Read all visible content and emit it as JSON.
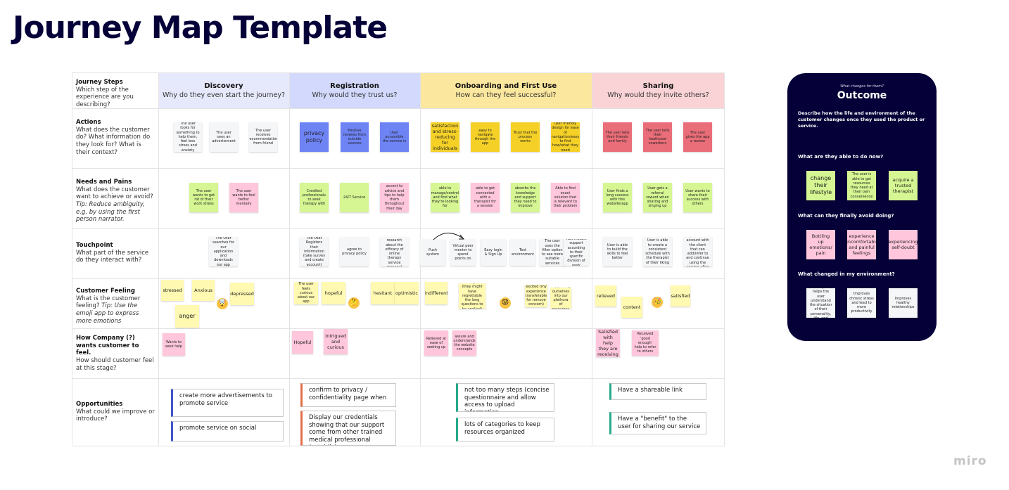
{
  "title": "Journey Map Template",
  "brand": "miro",
  "rows": [
    {
      "label": "Journey Steps",
      "desc": "Which step of the experience are you describing?",
      "tip": ""
    },
    {
      "label": "Actions",
      "desc": "What does the customer do? What information do they look for? What is their context?",
      "tip": ""
    },
    {
      "label": "Needs and Pains",
      "desc": "What does the customer want to achieve or avoid?",
      "tip": "Tip: Reduce ambiguity, e.g. by using the first person narrator."
    },
    {
      "label": "Touchpoint",
      "desc": "What part of the service do they interact with?",
      "tip": ""
    },
    {
      "label": "Customer Feeling",
      "desc": "What is the customer feeling?",
      "tip": "Tip: Use the emoji app to express more emotions"
    },
    {
      "label": "How Company (?) wants customer to feel.",
      "desc": "How should customer feel at this stage?",
      "tip": ""
    },
    {
      "label": "Opportunities",
      "desc": "What could we improve or introduce?",
      "tip": ""
    }
  ],
  "phases": [
    {
      "name": "Discovery",
      "question": "Why do they even start the journey?",
      "color": "#e6e8fb"
    },
    {
      "name": "Registration",
      "question": "Why would they trust us?",
      "color": "#d2d9fc"
    },
    {
      "name": "Onboarding and First Use",
      "question": "How can they feel successful?",
      "color": "#fbe79d"
    },
    {
      "name": "Sharing",
      "question": "Why would they invite others?",
      "color": "#fad3d6"
    }
  ],
  "stickies": {
    "actions": [
      "The user looks for something to help them, feel less stress and anxiety",
      "The user sees an advertisment",
      "The user receives recommendation from friend",
      "privacy policy",
      "Positive reviews from outside sources",
      "User accessible the service is",
      "satisfaction and stress-reducing for individuals",
      "easy to navigate through the app",
      "Trust that the process works",
      "user friendly design for ease of navigation/easy to find how/what they need",
      "The user tells their friends and family",
      "The user tells their heathcare coworkers",
      "The user gives the app a review"
    ],
    "needs": [
      "The user wants to get rid of their work stress",
      "The user wants to feel better mentally",
      "Credited professionals to seek therapy with",
      "24/7 Service",
      "accent to advice and tips to help them throughout their day",
      "able to manage/control and find what they're looking for",
      "able to get connected with a therapist for a session",
      "absorbs the knowledge and support they need to improve",
      "Able to find exact solution that is relevant to their problem",
      "User finds a long success with this website/app",
      "User gets a referral reward when sharing and singing up",
      "User wants to share their success with others"
    ],
    "touchpoints": [
      "The User searches for our application and downloads our app",
      "The User Registers their information (take survey and create account)",
      "agree to privacy policy",
      "Reviewed content research about the efficacy of online therapy service personal therapy",
      "Push system",
      "Virtual peer mentor to spend points on",
      "Easy login & Sign Up",
      "Test environment",
      "The user uses the filter option to see more suitable services",
      "Fast instant support according to their specific division of work",
      "User is able to build the skills to feel better",
      "User is able to create a consistent schedule with the therapist of their liking",
      "User can update new account with the client that can add/refer to and continue using the service after their ..."
    ],
    "feelings": [
      "stressed",
      "Anxious",
      "depressed",
      "anger",
      "The user feels curious about our app",
      "hopeful",
      "hesitant",
      "optimistic",
      "indifferent",
      "annoyed (they might have regrettable the long questions to be applied)",
      "excited (my experience transferable for remove concern)",
      "supporting ourselves into our plethora of resources",
      "relieved",
      "content",
      "satisfied"
    ],
    "company": [
      "Wants to seek help",
      "Hopeful",
      "Intrigued and curious",
      "Relieved at ease of seeting up",
      "assure and understands the website concepts",
      "Satisfied with help they are receiving",
      "Received 'good enough' help to refer to others"
    ]
  },
  "emojis": [
    "🤯",
    "🤔",
    "😟",
    "🥳"
  ],
  "opportunities": [
    "create more advertisements to promote service",
    "promote service on social",
    "confirm to privacy / confidentiality page when",
    "Display our credentials showing that our support come from other trained medical professional (establish",
    "not too many steps (concise questionnaire and allow access to upload information",
    "lots of categories to keep resources organized",
    "Have a shareable link",
    "Have a \"benefit\" to the user for sharing our service"
  ],
  "outcome": {
    "subtitle": "What changes for them?",
    "title": "Outcome",
    "description": "Describe how the life and environment of the customer changes once they used the product or service.",
    "q1": "What are they able to do now?",
    "q1_items": [
      "change their lifestyle",
      "The user is able to get resources they need at their own convenience",
      "acquire a trusted therapist"
    ],
    "q2": "What can they finally avoid doing?",
    "q2_items": [
      "Bottling up emotions/ pain",
      "experience uncomfortable and painful feelings",
      "experiencing self-doubt"
    ],
    "q3": "What changed in my environment?",
    "q3_items": [
      "seeking a therapist helps the user understand the situation of their personality, life, and feelings",
      "Improves chronic stress and lead to more productivity",
      "Improves healthy relationships"
    ]
  }
}
